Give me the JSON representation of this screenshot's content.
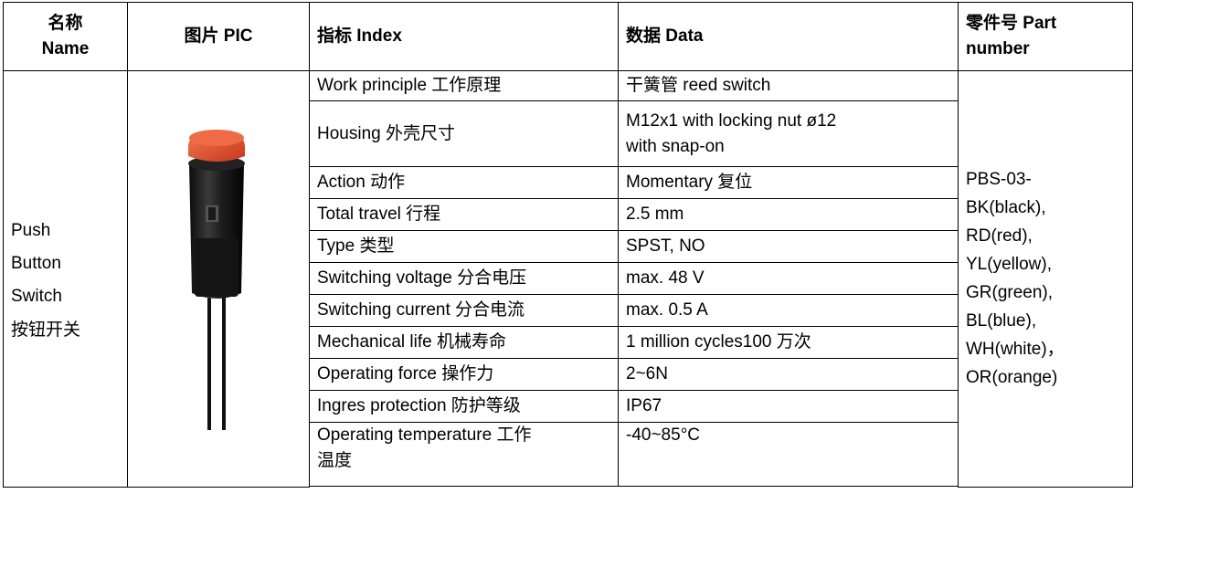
{
  "headers": {
    "name_cn": "名称",
    "name_en": "Name",
    "pic": "图片 PIC",
    "index": "指标 Index",
    "data": "数据 Data",
    "part_line1": "零件号 Part",
    "part_line2": "number"
  },
  "product": {
    "name_lines": [
      "Push",
      "Button",
      "Switch",
      "按钮开关"
    ],
    "part_lines": [
      "PBS-03-",
      "BK(black),",
      "RD(red),",
      "YL(yellow),",
      "GR(green),",
      "BL(blue),",
      "WH(white)，",
      "OR(orange)"
    ],
    "knob_color": "#e0482a"
  },
  "specs": [
    {
      "index": "Work principle 工作原理",
      "data": [
        "干簧管 reed switch"
      ]
    },
    {
      "index": "Housing 外壳尺寸",
      "data": [
        "M12x1 with locking nut ø12",
        "with snap-on"
      ]
    },
    {
      "index": "Action 动作",
      "data": [
        "Momentary 复位"
      ]
    },
    {
      "index": "Total travel 行程",
      "data": [
        "2.5 mm"
      ]
    },
    {
      "index": "Type 类型",
      "data": [
        "SPST, NO"
      ]
    },
    {
      "index": "Switching voltage 分合电压",
      "data": [
        "max. 48 V"
      ]
    },
    {
      "index": "Switching current 分合电流",
      "data": [
        "max. 0.5 A"
      ]
    },
    {
      "index": "Mechanical life 机械寿命",
      "data": [
        "1 million cycles100 万次"
      ]
    },
    {
      "index": "Operating force 操作力",
      "data": [
        "2~6N"
      ]
    },
    {
      "index": "Ingres protection 防护等级",
      "data": [
        "IP67"
      ]
    },
    {
      "index": "Operating temperature 工作温度",
      "index_lines": [
        "Operating temperature 工作",
        "温度"
      ],
      "data": [
        "-40~85°C"
      ]
    }
  ]
}
